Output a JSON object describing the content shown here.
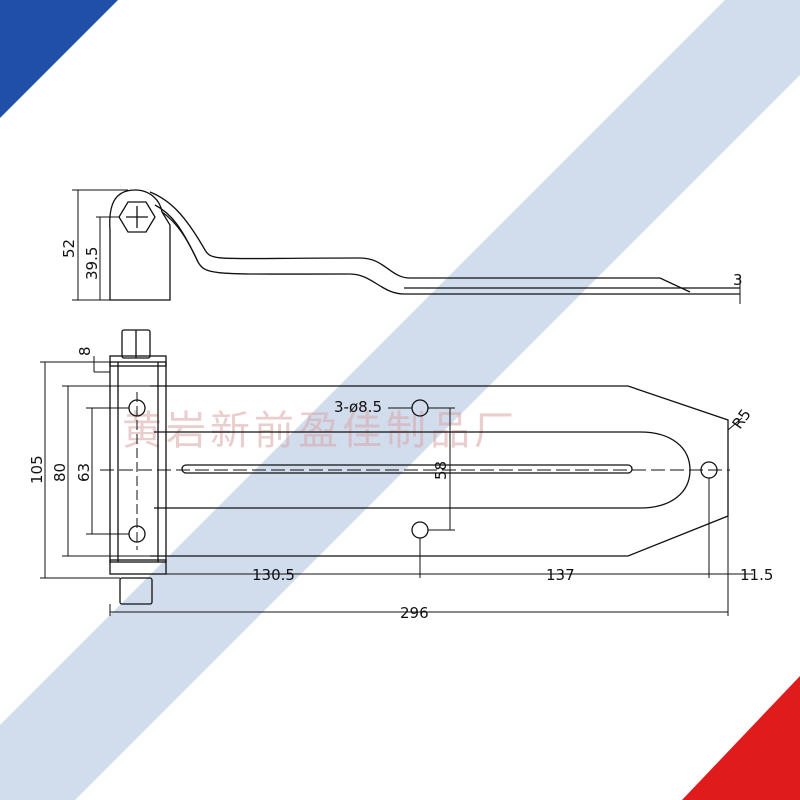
{
  "watermark": "黄岩新前盈佳制品厂",
  "colors": {
    "corner_top_left": "#1f4fa8",
    "corner_bottom_right": "#e01b1b",
    "diagonal_band": "#c9d6ea",
    "line": "#111111"
  },
  "side_view": {
    "dim_overall_height": "52",
    "dim_pivot_height": "39.5",
    "dim_thickness": "3"
  },
  "plan_view": {
    "dim_overall_width": "105",
    "dim_plate_width": "80",
    "dim_hole_spacing_vertical": "63",
    "dim_slot_hole_spacing": "58",
    "dim_bolt_offset": "8",
    "hole_note": "3-ø8.5",
    "dim_radius": "R5",
    "dim_first_hole": "130.5",
    "dim_second_hole": "137",
    "dim_end_offset": "11.5",
    "dim_total_length": "296"
  }
}
